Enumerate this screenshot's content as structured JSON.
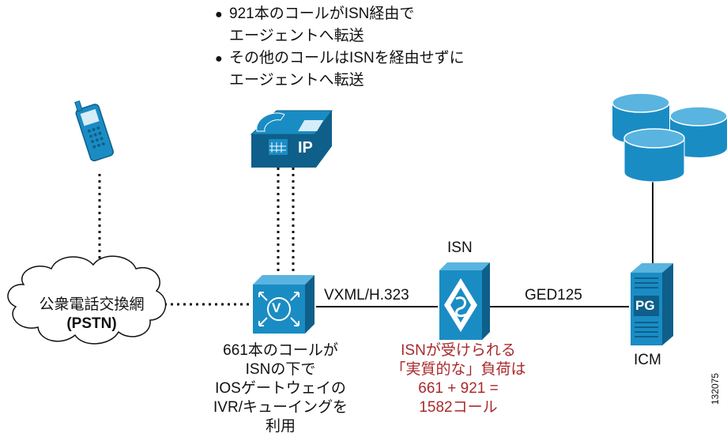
{
  "notes": {
    "line1": "921本のコールがISN経由で",
    "line2": "エージェントへ転送",
    "line3": "その他のコールはISNを経由せずに",
    "line4": "エージェントへ転送"
  },
  "pstn": {
    "name": "公衆電話交換網",
    "abbr": "(PSTN)"
  },
  "ip_phone": {
    "badge": "IP"
  },
  "gateway": {
    "badge": "V"
  },
  "links": {
    "gateway_isn": "VXML/H.323",
    "isn_icm": "GED125"
  },
  "isn": {
    "label": "ISN"
  },
  "pg": {
    "badge": "PG",
    "label": "ICM"
  },
  "gateway_caption": {
    "l1": "661本のコールが",
    "l2": "ISNの下で",
    "l3": "IOSゲートウェイの",
    "l4": "IVR/キューイングを",
    "l5": "利用"
  },
  "isn_caption": {
    "l1": "ISNが受けられる",
    "l2": "「実質的な」負荷は",
    "l3": "661 + 921 =",
    "l4": "1582コール"
  },
  "figure_id": "132075",
  "colors": {
    "device_blue": "#1a8cc4",
    "device_dark": "#0e5f8a",
    "highlight_red": "#a8292c"
  }
}
